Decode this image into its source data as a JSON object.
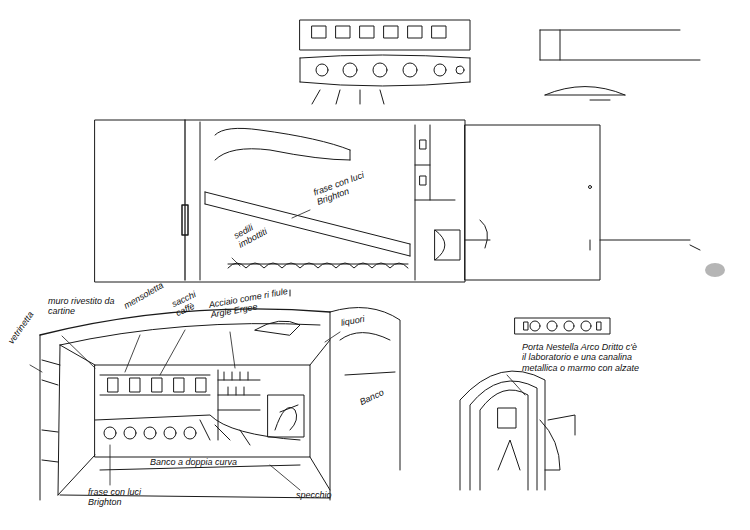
{
  "diagram": {
    "labels": [
      "frase con luci Brighton",
      "sedili imbottiti",
      "muro rivestito da cartine",
      "mensoletta",
      "sacchi caffè",
      "Acciaio come ri fiule Argle Ergee",
      "vetrinetta",
      "liquori",
      "Banco",
      "Banco a doppia curva",
      "frase con luci Brighton",
      "specchio",
      "Porta Nestella Arco Dritto c'è il laboratorio e una canalina metallica o marmo con alzate"
    ]
  }
}
